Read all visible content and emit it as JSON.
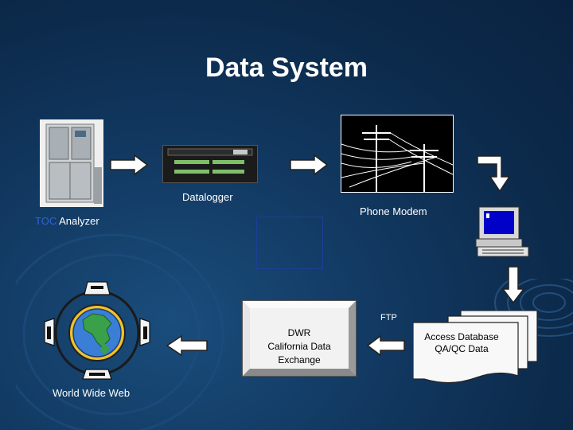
{
  "title": "Data System",
  "labels": {
    "toc_highlight": "TOC",
    "toc_rest": " Analyzer",
    "datalogger": "Datalogger",
    "phone_modem": "Phone Modem",
    "ftp": "FTP",
    "dwr_line1": "DWR",
    "dwr_line2": "California Data",
    "dwr_line3": "Exchange",
    "access_line1": "Access Database",
    "access_line2": "QA/QC Data",
    "www": "World Wide Web"
  },
  "colors": {
    "background": "#0c2a4b",
    "title": "#ffffff",
    "toc_highlight": "#2f63d8",
    "arrow_fill": "#ffffff"
  },
  "icons": [
    "toc-analyzer-icon",
    "datalogger-icon",
    "phone-lines-icon",
    "computer-icon",
    "documents-icon",
    "globe-network-icon"
  ]
}
